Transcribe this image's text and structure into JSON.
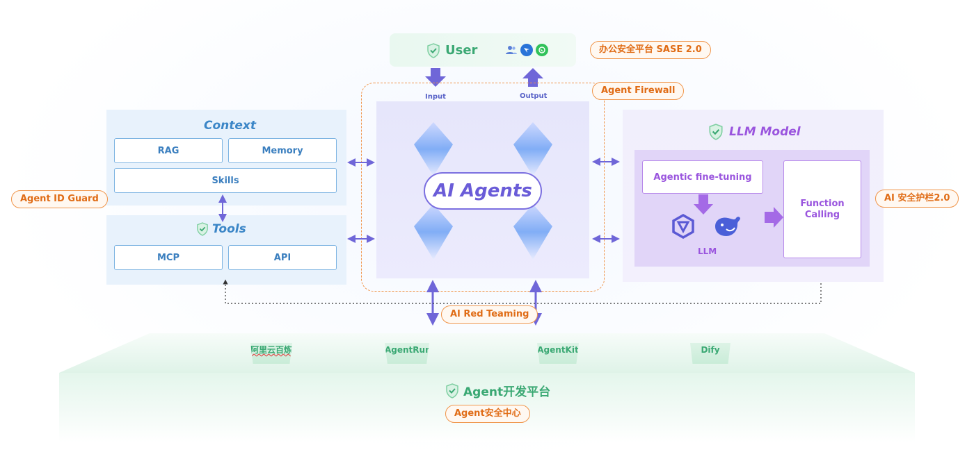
{
  "user": {
    "label": "User"
  },
  "io": {
    "input": "Input",
    "output": "Output"
  },
  "badges": {
    "sase": "办公安全平台 SASE 2.0",
    "firewall": "Agent Firewall",
    "id_guard": "Agent ID Guard",
    "guardrail": "AI 安全护栏2.0",
    "red_team": "AI Red Teaming",
    "security_center": "Agent安全中心"
  },
  "context": {
    "title": "Context",
    "cells": [
      "RAG",
      "Memory",
      "Skills"
    ]
  },
  "tools": {
    "title": "Tools",
    "cells": [
      "MCP",
      "API"
    ]
  },
  "agents": {
    "label": "AI Agents"
  },
  "llm": {
    "title": "LLM Model",
    "finetune": "Agentic fine-tuning",
    "function_calling": "Function Calling",
    "llm_label": "LLM"
  },
  "platform": {
    "label": "Agent开发平台",
    "tabs": [
      "阿里云百炼",
      "AgentRun",
      "AgentKit",
      "Dify"
    ]
  },
  "colors": {
    "green": "#3aa873",
    "blue": "#3b86c7",
    "purple": "#9a55de",
    "indigo": "#6a5cd8",
    "orange": "#e06c16",
    "arrow": "#6f66d8"
  }
}
